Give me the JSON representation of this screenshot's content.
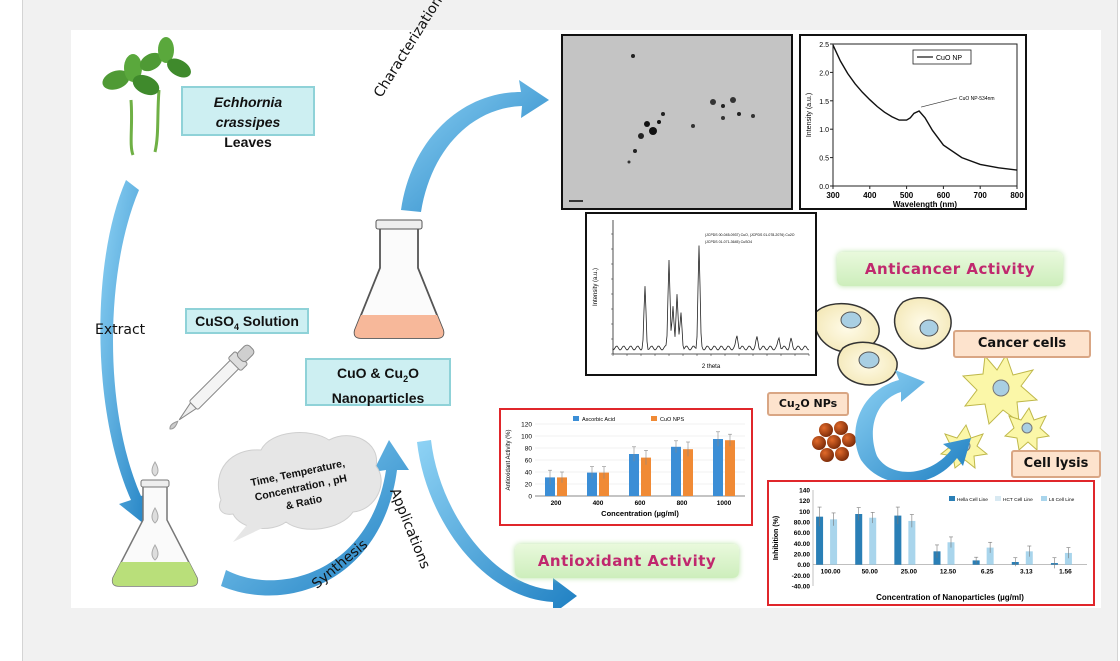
{
  "boxes": {
    "plant_line1": "Echhornia crassipes",
    "plant_line2": "Leaves",
    "cuso4_pre": "CuSO",
    "cuso4_sub": "4",
    "cuso4_post": " Solution",
    "nano_line1_pre": "CuO & Cu",
    "nano_line1_sub": "2",
    "nano_line1_post": "O",
    "nano_line2": "Nanoparticles"
  },
  "arrow_labels": {
    "extract": "Extract",
    "characterization": "Characterization",
    "synthesis": "Synthesis",
    "applications": "Applications"
  },
  "cloud": {
    "line1": "Time, Temperature,",
    "line2": "Concentration , pH",
    "line3": "& Ratio"
  },
  "activities": {
    "anticancer": "Anticancer Activity",
    "antioxidant": "Antioxidant Activity",
    "cancer_cells": "Cancer cells",
    "cell_lysis": "Cell lysis",
    "cu2o_pre": "Cu",
    "cu2o_sub": "2",
    "cu2o_post": "O NPs"
  },
  "colors": {
    "arrow_blue": "#2a8fcf",
    "magenta_text": "#c0286e",
    "bar_blue": "#3b8ed6",
    "bar_orange": "#f08a35",
    "bar_darkblue": "#2a7fb6",
    "bar_lightblue": "#a9d5ec",
    "red_frame": "#e0262b"
  },
  "chart_data": [
    {
      "type": "line",
      "legend": "CuO NP",
      "annotation": "CuO NP-534nm",
      "xlabel": "Wavelength (nm)",
      "ylabel": "Intensity (a.u.)",
      "xlim": [
        300,
        800
      ],
      "ylim": [
        0.0,
        2.5
      ],
      "xticks": [
        "300",
        "400",
        "500",
        "600",
        "700",
        "800"
      ],
      "yticks": [
        "0.0",
        "0.5",
        "1.0",
        "1.5",
        "2.0",
        "2.5"
      ],
      "x": [
        300,
        320,
        340,
        360,
        380,
        400,
        420,
        440,
        460,
        480,
        500,
        510,
        520,
        534,
        550,
        570,
        600,
        650,
        700,
        750,
        800
      ],
      "y": [
        2.48,
        2.2,
        1.98,
        1.8,
        1.65,
        1.52,
        1.4,
        1.3,
        1.22,
        1.16,
        1.16,
        1.2,
        1.28,
        1.32,
        1.2,
        0.98,
        0.72,
        0.5,
        0.38,
        0.32,
        0.28
      ]
    },
    {
      "type": "line",
      "xlabel": "2 theta",
      "ylabel": "Intensity (a.u.)",
      "legend_lines": [
        "(JCPDS 00-045-0937) CuO, (JCPDS 01-078-2076) Cu2O",
        "(JCPDS 01-071-3645) CuSO4"
      ]
    },
    {
      "type": "bar",
      "xlabel": "Concentration (µg/ml)",
      "ylabel": "Antioxidant Activity (%)",
      "ylim": [
        0,
        120
      ],
      "yticks": [
        "0",
        "20",
        "40",
        "60",
        "80",
        "100",
        "120"
      ],
      "categories": [
        "200",
        "400",
        "600",
        "800",
        "1000"
      ],
      "series": [
        {
          "name": "Ascorbic Acid",
          "values": [
            31,
            39,
            70,
            82,
            95
          ],
          "errors": [
            12,
            10,
            12,
            10,
            12
          ]
        },
        {
          "name": "CuO NPS",
          "values": [
            31,
            39,
            64,
            78,
            93
          ],
          "errors": [
            9,
            10,
            12,
            12,
            10
          ]
        }
      ]
    },
    {
      "type": "bar",
      "xlabel": "Concentration of Nanoparticles  (µg/ml)",
      "ylabel": "Inhibition (%)",
      "ylim": [
        -40,
        140
      ],
      "yticks": [
        "140",
        "120",
        "100",
        "80.00",
        "60.00",
        "40.00",
        "20.00",
        "0.00",
        "-20.00",
        "-40.00"
      ],
      "categories": [
        "100.00",
        "50.00",
        "25.00",
        "12.50",
        "6.25",
        "3.13",
        "1.56"
      ],
      "series": [
        {
          "name": "Hella Cell Line",
          "values": [
            90,
            95,
            92,
            25,
            8,
            5,
            3
          ],
          "errors": [
            18,
            12,
            16,
            12,
            6,
            8,
            10
          ]
        },
        {
          "name": "HCT Cell Line",
          "values": [
            0,
            0,
            0,
            0,
            0,
            0,
            0
          ],
          "errors": [
            0,
            0,
            0,
            0,
            0,
            0,
            0
          ]
        },
        {
          "name": "L6 Cell Line",
          "values": [
            85,
            88,
            82,
            42,
            32,
            25,
            22
          ],
          "errors": [
            12,
            10,
            12,
            10,
            10,
            10,
            10
          ]
        }
      ]
    }
  ]
}
